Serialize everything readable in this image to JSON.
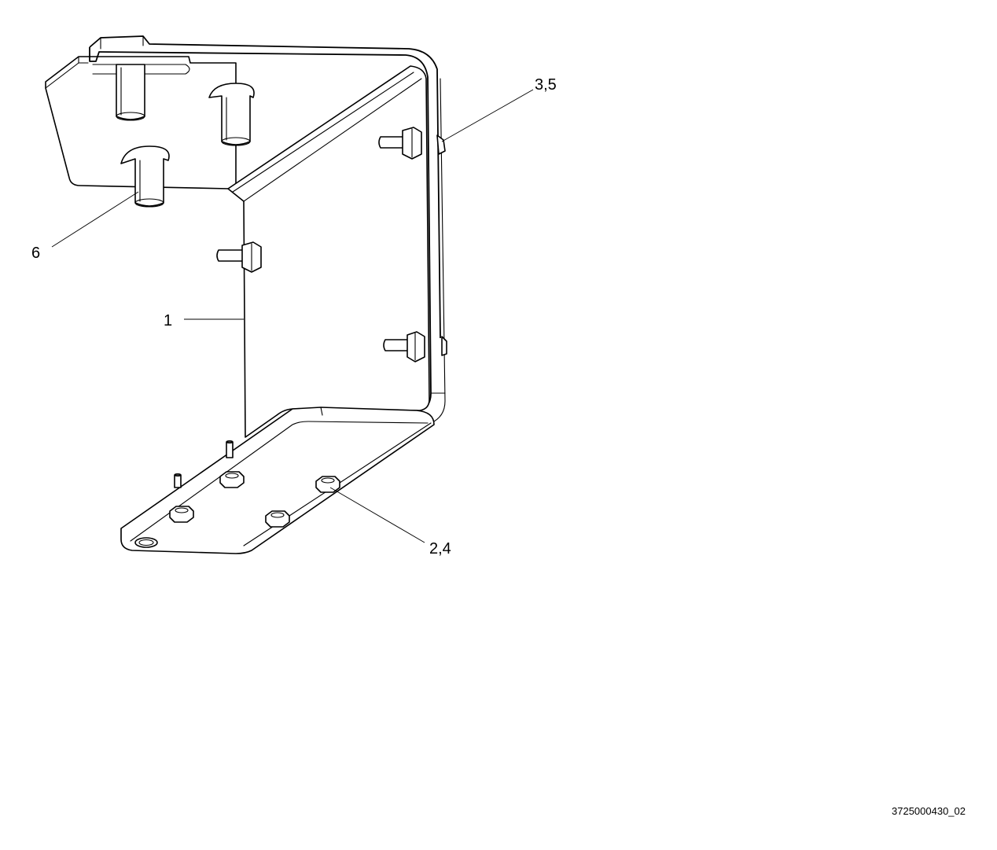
{
  "diagram": {
    "callouts": [
      {
        "id": "c1",
        "label": "1"
      },
      {
        "id": "c6",
        "label": "6"
      },
      {
        "id": "c35",
        "label": "3,5"
      },
      {
        "id": "c24",
        "label": "2,4"
      }
    ],
    "drawing_number": "3725000430_02"
  },
  "colors": {
    "line": "#000000",
    "background": "#ffffff"
  }
}
